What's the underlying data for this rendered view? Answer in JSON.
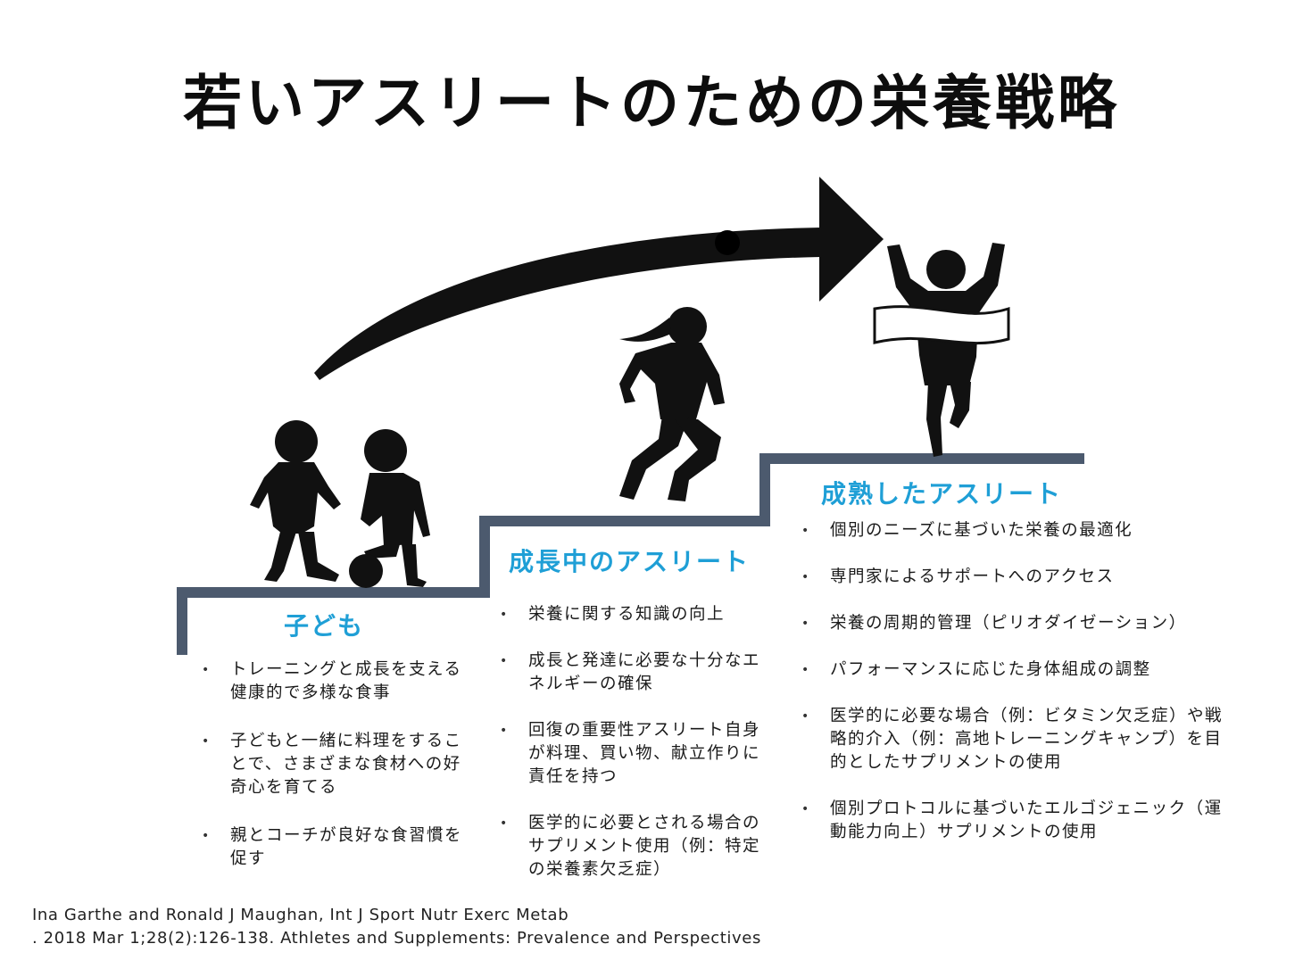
{
  "title": "若いアスリートのための栄養戦略",
  "stages": [
    {
      "title": "子ども",
      "bullets": [
        "トレーニングと成長を支える健康的で多様な食事",
        "子どもと一緒に料理をすることで、さまざまな食材への好奇心を育てる",
        "親とコーチが良好な食習慣を促す"
      ]
    },
    {
      "title": "成長中のアスリート",
      "bullets": [
        "栄養に関する知識の向上",
        "成長と発達に必要な十分なエネルギーの確保",
        "回復の重要性アスリート自身が料理、買い物、献立作りに責任を持つ",
        "医学的に必要とされる場合のサプリメント使用（例：特定の栄養素欠乏症）"
      ]
    },
    {
      "title": "成熟したアスリート",
      "bullets": [
        "個別のニーズに基づいた栄養の最適化",
        "専門家によるサポートへのアクセス",
        "栄養の周期的管理（ピリオダイゼーション）",
        "パフォーマンスに応じた身体組成の調整",
        "医学的に必要な場合（例：ビタミン欠乏症）や戦略的介入（例：高地トレーニングキャンプ）を目的としたサプリメントの使用",
        "個別プロトコルに基づいたエルゴジェニック（運動能力向上）サプリメントの使用"
      ]
    }
  ],
  "citation": {
    "line1": "Ina Garthe and Ronald J Maughan, Int J Sport Nutr Exerc Metab",
    "line2": ". 2018 Mar 1;28(2):126-138. Athletes and Supplements: Prevalence and Perspectives"
  },
  "colors": {
    "stage_title": "#1f9fd6",
    "steps": "#4c5a6e",
    "silhouette": "#111111"
  },
  "icons": [
    "progress-arrow-icon",
    "children-soccer-icon",
    "runner-icon",
    "finish-line-athlete-icon"
  ]
}
